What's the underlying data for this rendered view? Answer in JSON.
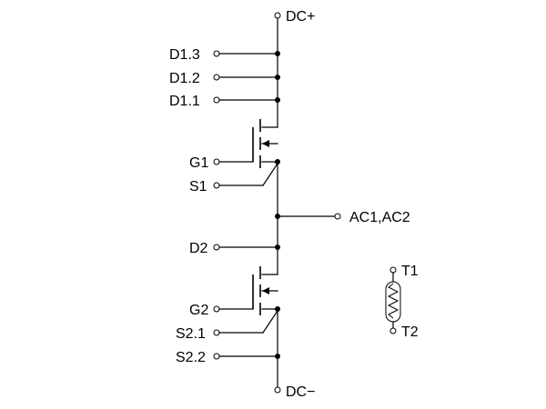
{
  "terminals": {
    "dc_plus": "DC+",
    "d1_3": "D1.3",
    "d1_2": "D1.2",
    "d1_1": "D1.1",
    "g1": "G1",
    "s1": "S1",
    "ac": "AC1,AC2",
    "d2": "D2",
    "g2": "G2",
    "s2_1": "S2.1",
    "s2_2": "S2.2",
    "dc_minus": "DC−",
    "t1": "T1",
    "t2": "T2"
  }
}
